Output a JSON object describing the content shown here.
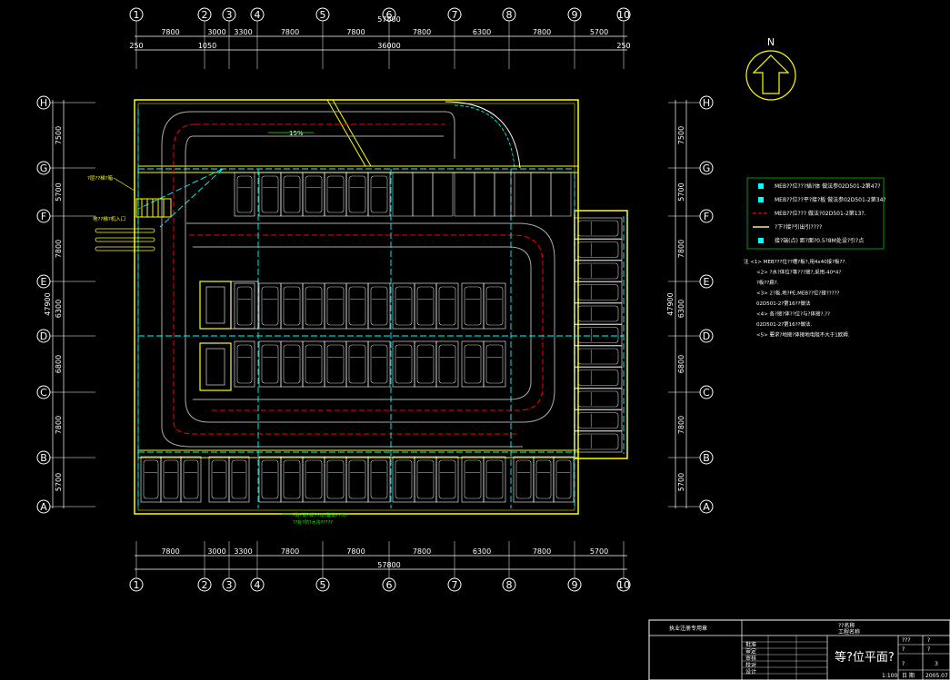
{
  "grid": {
    "columns": [
      "1",
      "2",
      "3",
      "4",
      "5",
      "6",
      "7",
      "8",
      "9",
      "10"
    ],
    "rows": [
      "A",
      "B",
      "C",
      "D",
      "E",
      "F",
      "G",
      "H"
    ],
    "top_dims_inner": [
      "7800",
      "3000",
      "3300",
      "7800",
      "7800",
      "7800",
      "6300",
      "7800",
      "5700"
    ],
    "top_dims_outer": [
      "250",
      "1050",
      "36000",
      "250"
    ],
    "top_total": "57800",
    "bottom_dims": [
      "7800",
      "3000",
      "3300",
      "7800",
      "7800",
      "7800",
      "6300",
      "7800",
      "5700"
    ],
    "bottom_total": "57800",
    "side_dims": [
      "7500",
      "5700",
      "7800",
      "6300",
      "6800",
      "7800",
      "5700"
    ],
    "side_total": "47900"
  },
  "north": {
    "label": "N"
  },
  "plan": {
    "ramp_slope": "15%",
    "label_left_top": "?层??梯?箱",
    "label_left_mid": "地??梯?机入口",
    "note_bottom_1": "?防?道?板,??以?建筑??为?",
    "note_bottom_2": "??处?防?水沟?????"
  },
  "legend": [
    {
      "text": "MEB??位???插?体  做法参02D501-2第47?",
      "color": "#00ffff"
    },
    {
      "text": "MEB??位??平?接?板  做法参02D501-2第34?",
      "color": "#00ffff"
    },
    {
      "text": "MEB??位???  做法?02D501-2第13?.",
      "color": "#ff0000"
    },
    {
      "text": "?下?接?引出引????",
      "color": "#ffff00"
    },
    {
      "text": "接?端(点)  距?面?0.5?8M处设?引?点",
      "color": "#00ffff"
    }
  ],
  "notes": [
    "注 <1> MEB???位??槽?板?,用4x40接?板??.",
    "<2> ?水?体位?等???接?,采用-40*4?",
    "?板??扁?.",
    "<3> 2?板,地?PE,MEB??位?接?????",
    "02D501-2?第16??做法",
    "<4> 各?接?体??位?与?体接?,??",
    "02D501-2?第16??做法.",
    "<5> 要求?地接?体接地电阻不大于1欧姆."
  ],
  "title_block": {
    "company_note": "执业注册专用章",
    "labels": [
      "批准",
      "审定",
      "审核",
      "校对",
      "设计"
    ],
    "project_label": "??名称",
    "drawing_label": "工程名称",
    "drawing_title": "等?位平面?",
    "scale": "1:100",
    "fields": [
      "???",
      "?",
      "?",
      "?",
      "?"
    ],
    "sheet_no": "3",
    "date_label": "日 期",
    "date": "2005.07"
  }
}
